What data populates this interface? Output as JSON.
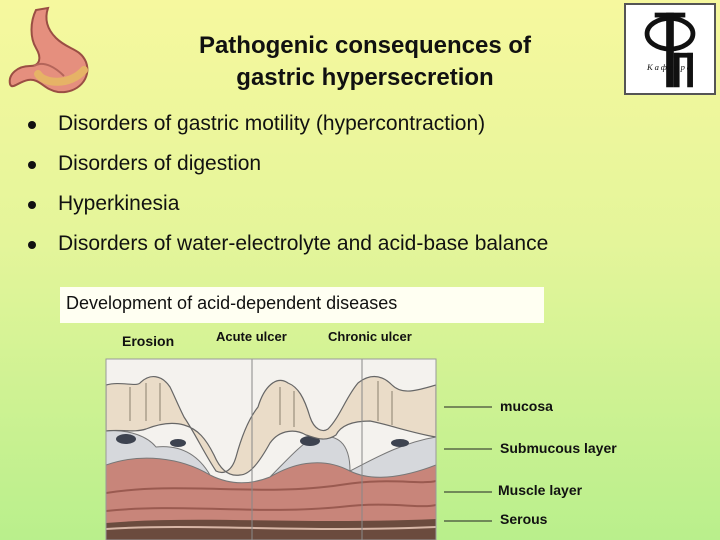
{
  "slide": {
    "title_line1": "Pathogenic consequences of",
    "title_line2": "gastric hypersecretion",
    "bullets": [
      "Disorders of gastric motility (hypercontraction)",
      "Disorders of digestion",
      "Hyperkinesia",
      "Disorders of water-electrolyte and acid-base balance"
    ],
    "caption": "Development of acid-dependent diseases"
  },
  "diagram": {
    "top_labels": [
      "Erosion",
      "Acute ulcer",
      "Chronic ulcer"
    ],
    "layer_labels": [
      "mucosa",
      "Submucous layer",
      "Muscle layer",
      "Serous"
    ]
  },
  "logo": {
    "monogram": "ФП",
    "text": "Кафедра"
  },
  "icons": {
    "stomach": "stomach-illustration",
    "logo": "department-logo"
  },
  "colors": {
    "background_top": "#f6f89e",
    "background_bottom": "#b9ef8c",
    "caption_box": "#fffff2",
    "muscle": "#c8857a",
    "mucosa": "#eadcc8"
  }
}
